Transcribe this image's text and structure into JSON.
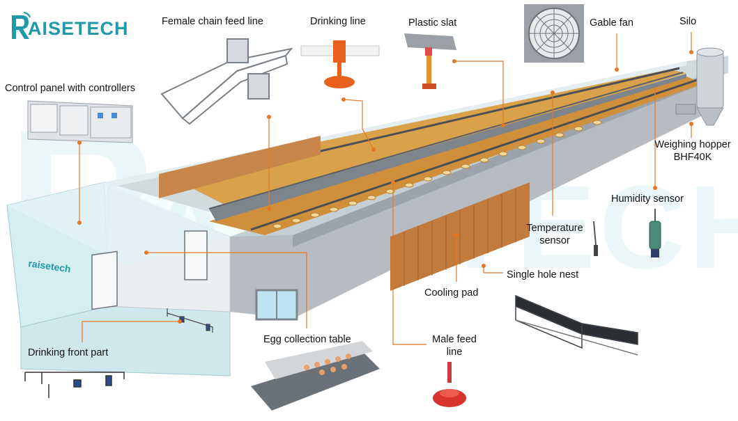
{
  "brand": {
    "logo_text": "AISETECH",
    "logo_initial": "R",
    "wall_text": "raisetech",
    "watermark_text": "AISETECH",
    "brand_color": "#1f9aa6",
    "accent_color": "#e87722"
  },
  "callouts": {
    "female_chain_feed_line": "Female chain feed line",
    "drinking_line": "Drinking line",
    "plastic_slat": "Plastic slat",
    "gable_fan": "Gable fan",
    "silo": "Silo",
    "control_panel": "Control panel with controllers",
    "weighing_hopper_1": "Weighing hopper",
    "weighing_hopper_2": "BHF40K",
    "humidity_sensor": "Humidity sensor",
    "temperature_sensor_1": "Temperature",
    "temperature_sensor_2": "sensor",
    "single_hole_nest": "Single hole nest",
    "cooling_pad": "Cooling pad",
    "male_feed_line_1": "Male feed",
    "male_feed_line_2": "line",
    "egg_collection_table": "Egg collection table",
    "drinking_front_part": "Drinking front part"
  }
}
